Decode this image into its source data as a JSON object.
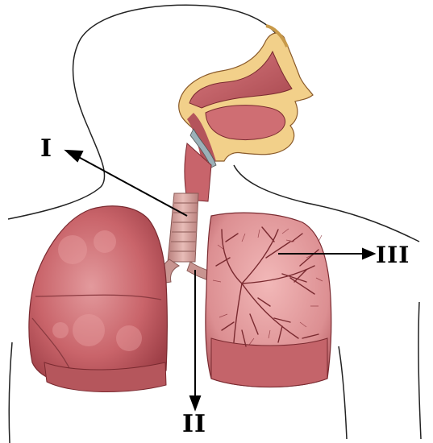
{
  "labels": {
    "one": "I",
    "two": "II",
    "three": "III"
  },
  "colors": {
    "outline": "#222222",
    "lung_fill": "#c9646a",
    "lung_dark": "#9e3f47",
    "lung_light": "#e08a8e",
    "trachea": "#d9a3a0",
    "bronchial_tree": "#7a2a30",
    "skin": "#f2d08a",
    "arrow": "#000000"
  },
  "icons": {
    "arrow": "arrow-icon"
  }
}
